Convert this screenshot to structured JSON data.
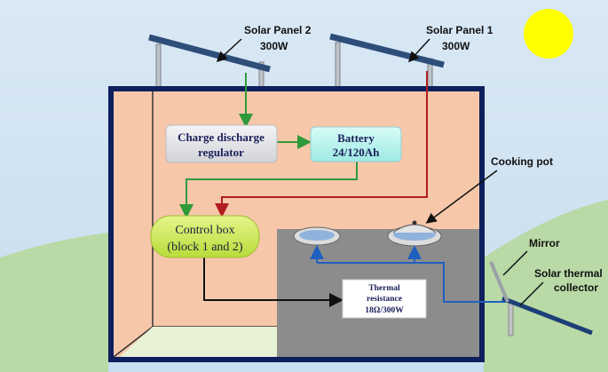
{
  "labels": {
    "panel2_name": "Solar Panel 2",
    "panel2_power": "300W",
    "panel1_name": "Solar Panel 1",
    "panel1_power": "300W",
    "cooking_pot": "Cooking pot",
    "mirror": "Mirror",
    "collector_line1": "Solar thermal",
    "collector_line2": "collector"
  },
  "boxes": {
    "regulator_line1": "Charge discharge",
    "regulator_line2": "regulator",
    "battery_line1": "Battery",
    "battery_line2": "24/120Ah",
    "control_line1": "Control box",
    "control_line2": "(block 1 and 2)",
    "thermal_line1": "Thermal",
    "thermal_line2": "resistance",
    "thermal_line3": "18Ω/300W"
  },
  "colors": {
    "sky": "#d6e6f3",
    "wall": "#f7c7aa",
    "frame": "#0d1f5c",
    "dc_line": "#2e9a3a",
    "ac_line": "#b01e1e",
    "heat_line": "#1f5fbf",
    "sun": "#ffff00"
  }
}
